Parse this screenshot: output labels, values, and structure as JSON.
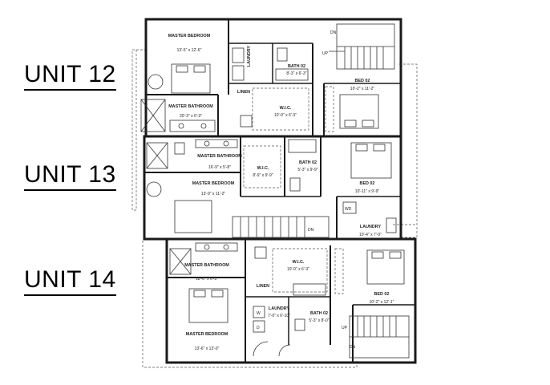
{
  "units": [
    {
      "label": "UNIT 12"
    },
    {
      "label": "UNIT 13"
    },
    {
      "label": "UNIT 14"
    }
  ],
  "rooms": {
    "u12_master_bedroom": {
      "name": "MASTER BEDROOM",
      "dims": "13'-5\" x 12'-6\""
    },
    "u12_master_bathroom": {
      "name": "MASTER BATHROOM",
      "dims": "20'-3\" x 6'-3\""
    },
    "u12_laundry": {
      "name": "LAUNDRY"
    },
    "u12_bath02": {
      "name": "BATH 02",
      "dims": "8'-3\" x 6'-3\""
    },
    "u12_linen": {
      "name": "LINEN"
    },
    "u12_wic": {
      "name": "W.I.C.",
      "dims": "10'-0\" x 6'-3\""
    },
    "u12_bed02": {
      "name": "BED 02",
      "dims": "10'-2\" x 11'-2\""
    },
    "u13_master_bathroom": {
      "name": "MASTER BATHROOM",
      "dims": "16'-9\" x 5'-8\""
    },
    "u13_wic": {
      "name": "W.I.C.",
      "dims": "8'-9\" x 9'-9\""
    },
    "u13_bath02": {
      "name": "BATH 02",
      "dims": "5'-3\" x 9'-9\""
    },
    "u13_master_bedroom": {
      "name": "MASTER BEDROOM",
      "dims": "13'-9\" x 11'-2\""
    },
    "u13_bed02": {
      "name": "BED 02",
      "dims": "10'-11\" x 9'-9\""
    },
    "u13_laundry": {
      "name": "LAUNDRY",
      "dims": "10'-4\" x 7'-0\""
    },
    "u14_master_bathroom": {
      "name": "MASTER BATHROOM",
      "dims": "18'-0\" x 6'-3\""
    },
    "u14_wic": {
      "name": "W.I.C.",
      "dims": "10'-0\" x 6'-3\""
    },
    "u14_linen": {
      "name": "LINEN"
    },
    "u14_laundry": {
      "name": "LAUNDRY",
      "dims": "7'-0\" x 6'-10\""
    },
    "u14_bath02": {
      "name": "BATH 02",
      "dims": "5'-3\" x 8'-0\""
    },
    "u14_bed02": {
      "name": "BED 02",
      "dims": "10'-2\" x 12'-1\""
    },
    "u14_master_bedroom": {
      "name": "MASTER BEDROOM",
      "dims": "13'-6\" x 13'-0\""
    }
  },
  "markers": {
    "dn": "DN",
    "up": "UP",
    "wd": "WD",
    "wm": "W",
    "dm": "D"
  }
}
